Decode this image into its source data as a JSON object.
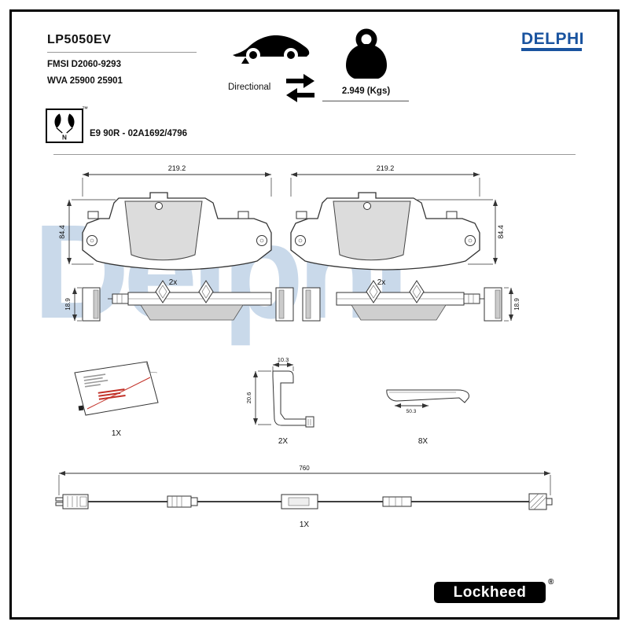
{
  "header": {
    "part_number": "LP5050EV",
    "fmsi": "FMSI D2060-9293",
    "wva": "WVA 25900 25901",
    "directional_label": "Directional",
    "weight": "2.949 (Kgs)",
    "brand": "DELPHI",
    "approval": "E9 90R - 02A1692/4796",
    "eco_letter": "N",
    "tm": "™"
  },
  "watermark": "Delphi",
  "pads": {
    "width": "219.2",
    "height": "84.4",
    "qty": "2x",
    "thickness": "18.9"
  },
  "accessories": {
    "grease_qty": "1X",
    "clip_width": "10.3",
    "clip_height": "20.6",
    "clip_qty": "2X",
    "shim_dim": "50.3",
    "shim_qty": "8X",
    "wire_length": "760",
    "wire_qty": "1X"
  },
  "footer": {
    "lockheed": "Lockheed",
    "reg": "®"
  },
  "colors": {
    "brand_blue": "#19539f",
    "watermark": "#c9d9ea"
  }
}
